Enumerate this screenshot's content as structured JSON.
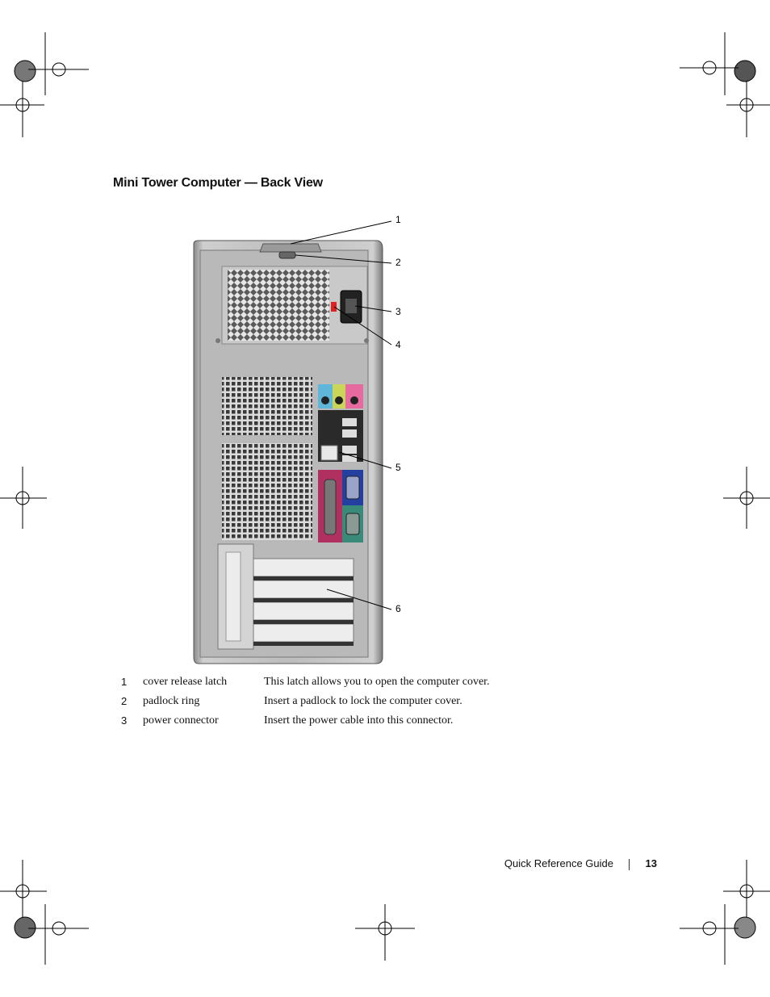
{
  "section_title": "Mini Tower Computer — Back View",
  "callouts": [
    "1",
    "2",
    "3",
    "4",
    "5",
    "6"
  ],
  "legend": [
    {
      "num": "1",
      "name": "cover release latch",
      "desc": "This latch allows you to open the computer cover."
    },
    {
      "num": "2",
      "name": "padlock ring",
      "desc": "Insert a padlock to lock the computer cover."
    },
    {
      "num": "3",
      "name": "power connector",
      "desc": "Insert the power cable into this connector."
    }
  ],
  "footer": {
    "guide": "Quick Reference Guide",
    "page": "13"
  }
}
